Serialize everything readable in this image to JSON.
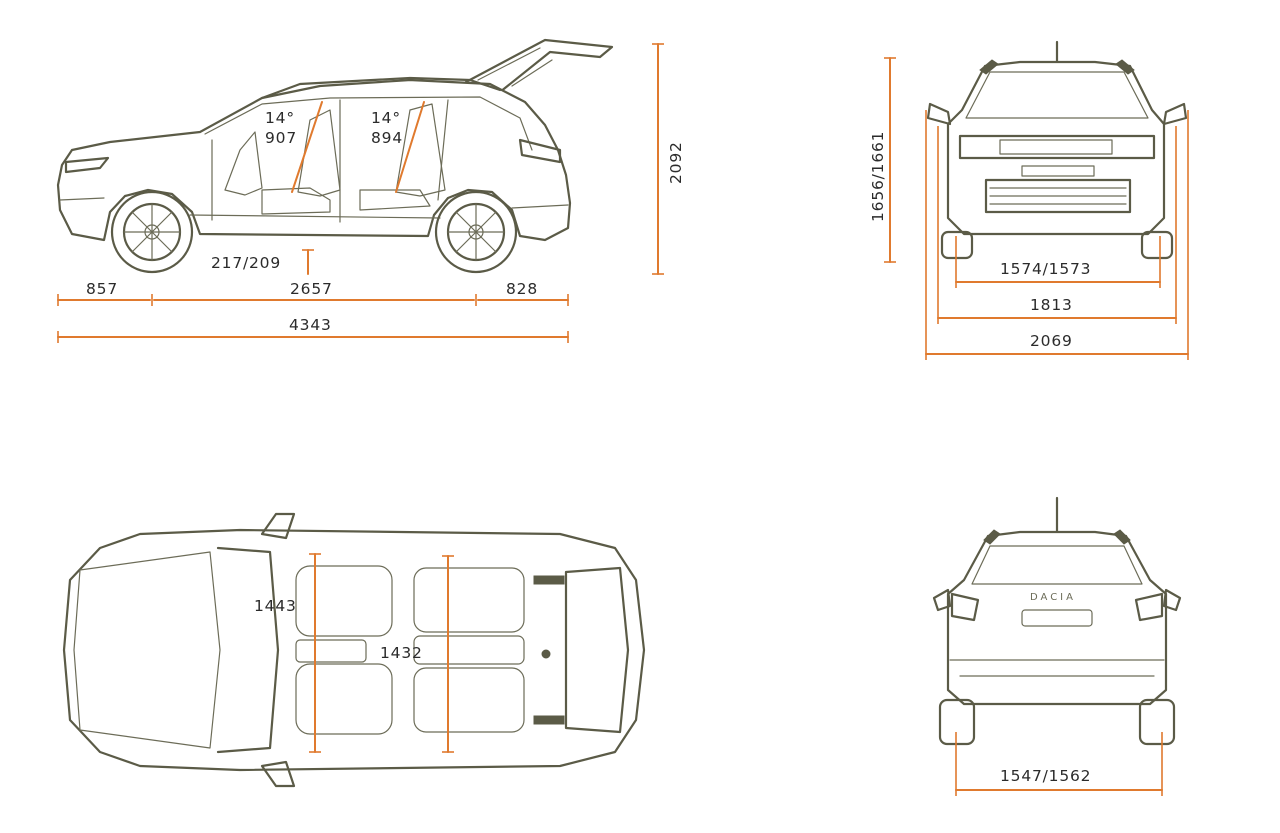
{
  "side_view": {
    "seat_angle_front": "14°",
    "seat_length_front": "907",
    "seat_angle_rear": "14°",
    "seat_length_rear": "894",
    "height_open_tailgate": "2092",
    "ground_clearance": "217/209",
    "front_overhang": "857",
    "wheelbase": "2657",
    "rear_overhang": "828",
    "overall_length": "4343"
  },
  "front_view": {
    "height": "1656/1661",
    "front_track": "1574/1573",
    "body_width": "1813",
    "width_with_mirrors": "2069"
  },
  "top_view": {
    "front_elbow_width": "1443",
    "rear_elbow_width": "1432"
  },
  "rear_view": {
    "brand_badge": "DACIA",
    "rear_track": "1547/1562"
  },
  "colors": {
    "dimension_line": "#e07a2e",
    "vehicle_line": "#5b5b47",
    "label_text": "#2b2b2b"
  }
}
